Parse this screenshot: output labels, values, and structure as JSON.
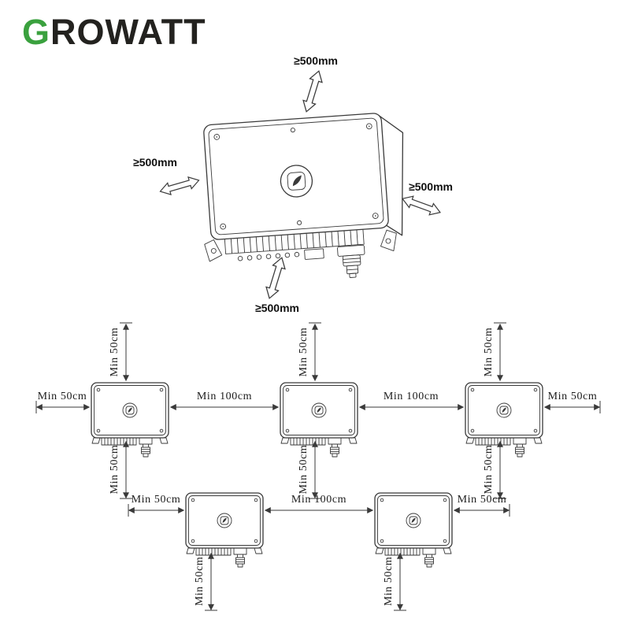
{
  "logo": {
    "letter_g": "G",
    "wordmark_rest": "ROWATT"
  },
  "clearance_labels": {
    "top": "≥500mm",
    "left": "≥500mm",
    "right": "≥500mm",
    "bottom": "≥500mm"
  },
  "spacing_labels": {
    "side_min": "Min 50cm",
    "between_min": "Min 100cm"
  },
  "icons": {
    "inverter_emblem": "leaf-icon",
    "clearance_arrows": "double-headed-arrow-icon"
  },
  "colors": {
    "logo-green": "#3aa13e",
    "logo-dark": "#23221f",
    "ink": "#3a3a3a",
    "dim-ink": "#1c1c1c"
  }
}
